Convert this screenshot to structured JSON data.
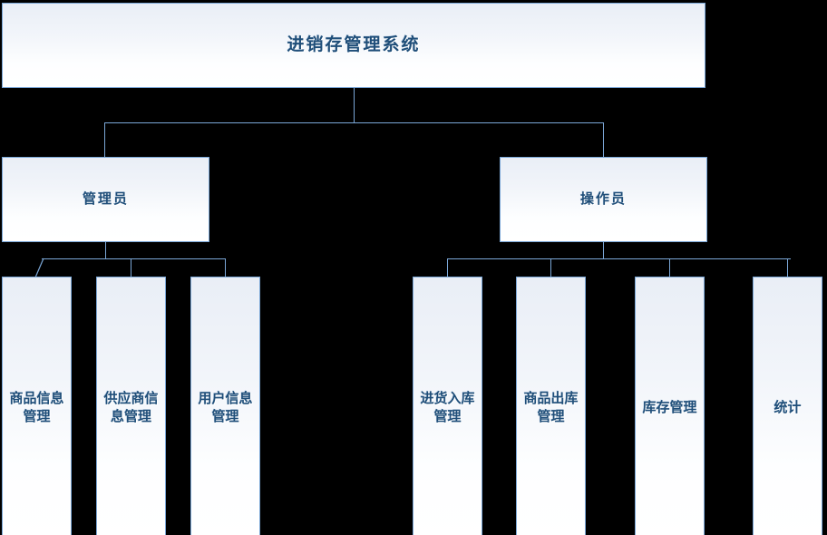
{
  "diagram": {
    "type": "org-chart",
    "title": "进销存管理系统",
    "background_color": "#000000",
    "box_border_color": "#7BA7D7",
    "connector_color": "#7BA7D7",
    "text_color": "#1F4E79",
    "box_fill_top": "#E9EEF6",
    "box_fill_bottom": "#FFFFFF",
    "root": {
      "label": "进销存管理系统"
    },
    "level2": [
      {
        "label": "管理员"
      },
      {
        "label": "操作员"
      }
    ],
    "admin_children": [
      {
        "label": "商品信息管理"
      },
      {
        "label": "供应商信息管理"
      },
      {
        "label": "用户信息管理"
      }
    ],
    "operator_children": [
      {
        "label": "进货入库管理"
      },
      {
        "label": "商品出库管理"
      },
      {
        "label": "库存管理"
      },
      {
        "label": "统计"
      }
    ]
  }
}
